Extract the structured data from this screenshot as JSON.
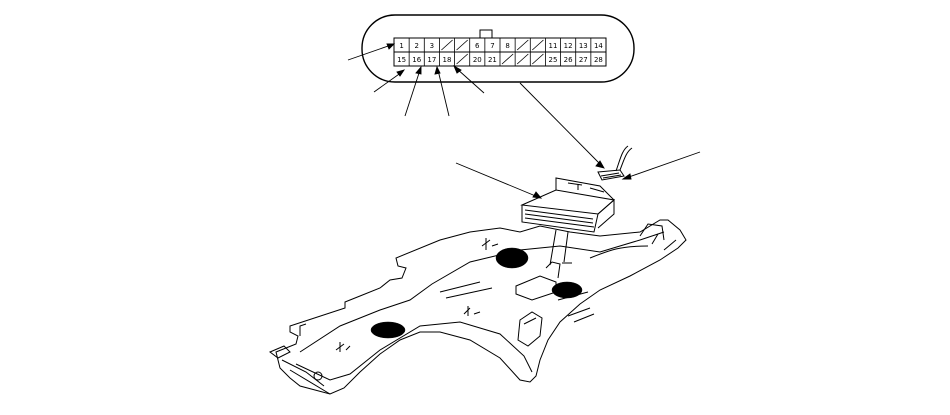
{
  "connector": {
    "top_row": [
      "1",
      "2",
      "3",
      "",
      "",
      "6",
      "7",
      "8",
      "",
      "",
      "11",
      "12",
      "13",
      "14"
    ],
    "bottom_row": [
      "15",
      "16",
      "17",
      "18",
      "",
      "20",
      "21",
      "",
      "",
      "",
      "25",
      "26",
      "27",
      "28"
    ]
  }
}
